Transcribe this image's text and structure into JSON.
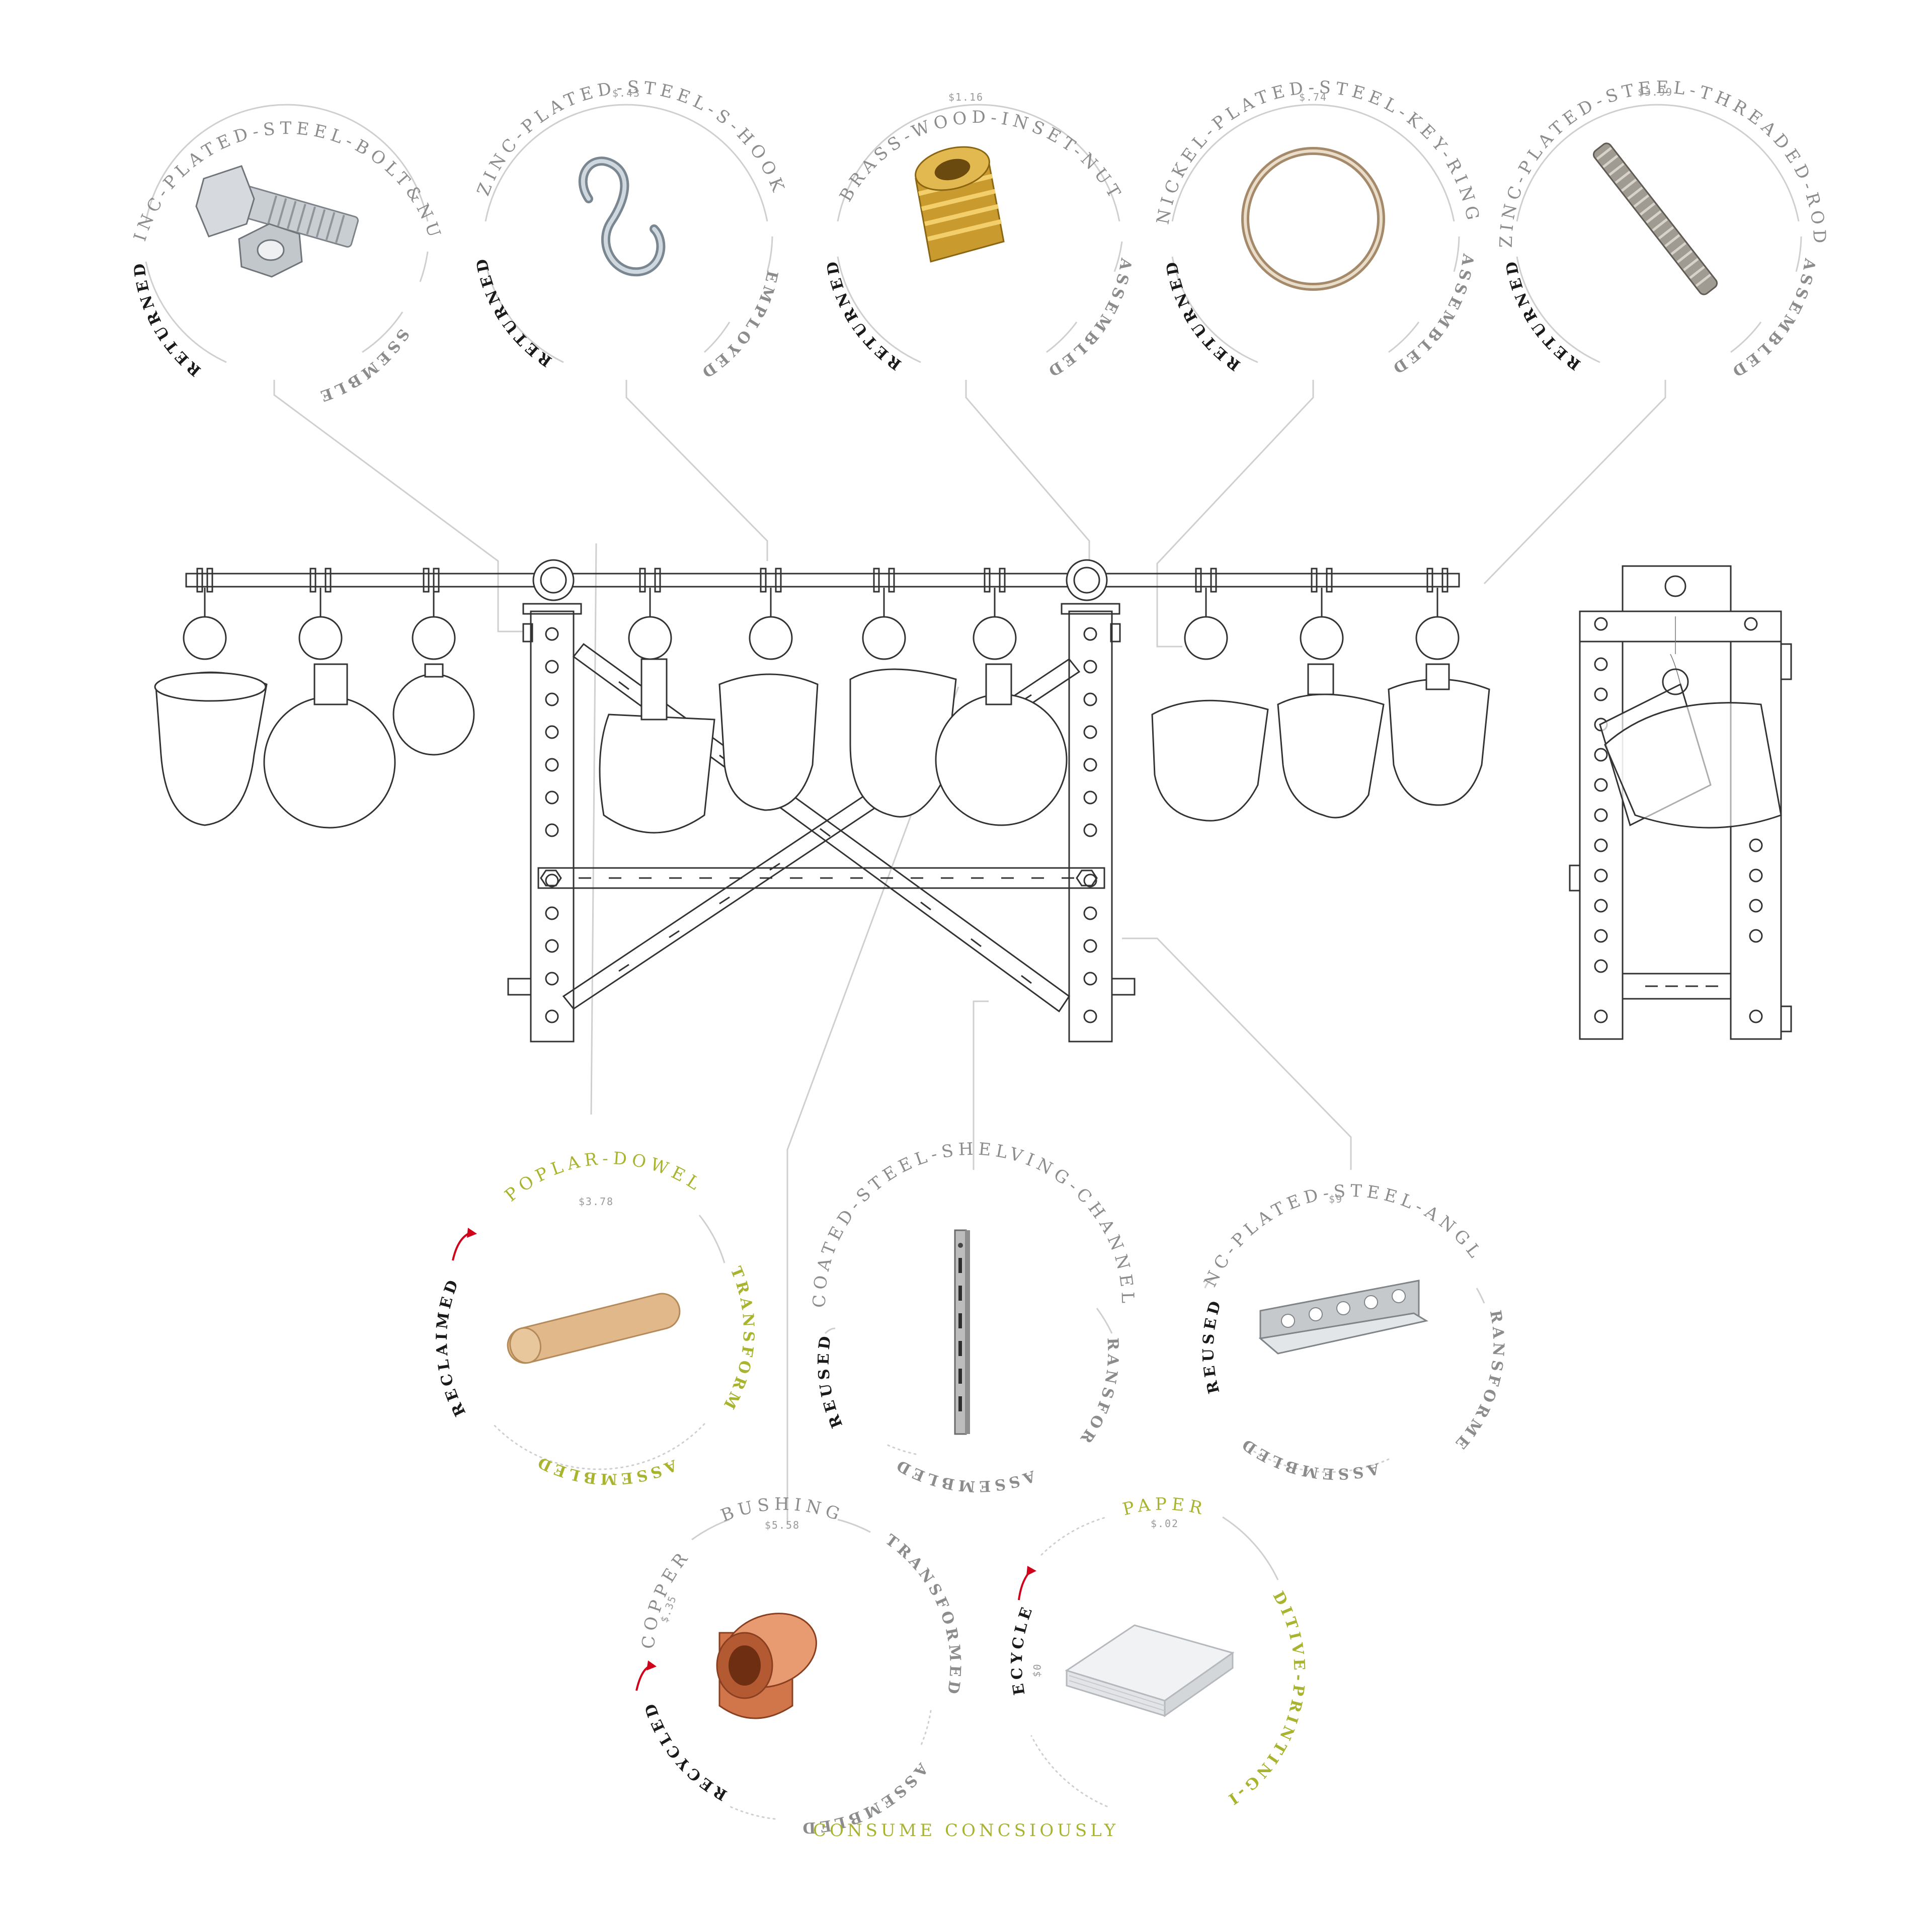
{
  "colors": {
    "grey": "#8c8c8c",
    "black": "#1a1a1a",
    "green": "#a8b32e",
    "red": "#d0021b",
    "line": "#cfcfcf"
  },
  "parts": [
    {
      "name": "ZINC-PLATED-STEEL-BOLT&NUT",
      "price": "",
      "left": "RETURNED",
      "right": "ASSEMBLED",
      "icon": "bolt-and-nut-icon"
    },
    {
      "name": "ZINC-PLATED-STEEL-S-HOOK",
      "price": "$.43",
      "left": "RETURNED",
      "right": "EMPLOYED",
      "icon": "s-hook-icon"
    },
    {
      "name": "BRASS-WOOD-INSET-NUT",
      "price": "$1.16",
      "left": "RETURNED",
      "right": "ASSEMBLED",
      "icon": "brass-insert-nut-icon"
    },
    {
      "name": "NICKEL-PLATED-STEEL-KEY-RING",
      "price": "$.74",
      "left": "RETURNED",
      "right": "ASSEMBLED",
      "icon": "key-ring-icon"
    },
    {
      "name": "ZINC-PLATED-STEEL-THREADED-ROD",
      "price": "$3.99",
      "left": "RETURNED",
      "right": "ASSEMBLED",
      "icon": "threaded-rod-icon"
    }
  ],
  "materials": [
    {
      "name": "POPLAR-DOWEL",
      "price": "$3.78",
      "side": "RECLAIMED",
      "right": "TRANSFORM",
      "bottom": "ASSEMBLED",
      "icon": "wood-dowel-icon"
    },
    {
      "name": "COATED-STEEL-SHELVING-CHANNEL",
      "price": "",
      "side": "REUSED",
      "right": "TRANSFORM",
      "bottom": "ASSEMBLED",
      "icon": "shelving-channel-icon"
    },
    {
      "name": "ZINC-PLATED-STEEL-ANGLE",
      "price": "$9",
      "side": "REUSED",
      "right": "TRANSFORMED",
      "bottom": "ASSEMBLED",
      "icon": "steel-angle-icon"
    },
    {
      "name": "BUSHING",
      "price": "$5.58",
      "origin": "COPPER",
      "origin_price": "$.35",
      "side": "RECYCLED",
      "right": "TRANSFORMED",
      "bottom": "ASSEMBLED",
      "icon": "copper-bushing-icon"
    },
    {
      "name": "PAPER",
      "price": "$.02",
      "side": "RECYCLED",
      "side_price": "$0",
      "right": "ADDITIVE-PRINTING-INK",
      "icon": "paper-stack-icon"
    }
  ],
  "footer": "CONSUME CONCSIOUSLY"
}
